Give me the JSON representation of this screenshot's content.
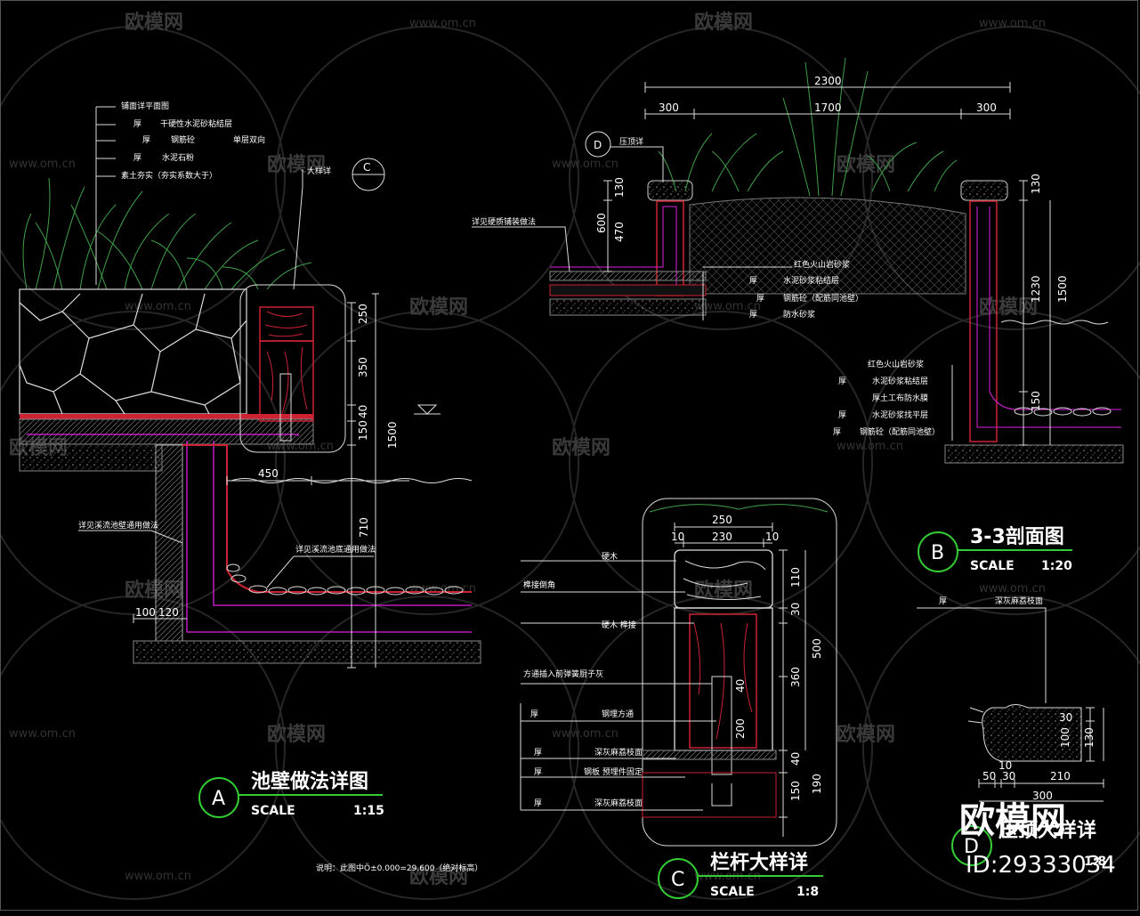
{
  "watermark": {
    "brand": "欧模网",
    "url": "www.om.cn",
    "big_brand": "欧模网",
    "id": "ID:29333034"
  },
  "detail_a": {
    "mark": "A",
    "title": "池壁做法详图",
    "scale_label": "SCALE",
    "scale_value": "1:15",
    "callout_mark": "C",
    "callout_label": "大样详",
    "layers": [
      "铺面详平面图",
      "厚",
      "干硬性水泥砂粘结层",
      "厚",
      "钢筋砼",
      "单层双向",
      "厚",
      "水泥石粉",
      "素土夯实（夯实系数大于）"
    ],
    "notes": [
      "详见溪流池壁通用做法",
      "详见溪流池底通用做法"
    ],
    "dims_vertical": [
      "250",
      "350",
      "40",
      "150",
      "1500",
      "710"
    ],
    "dims_horizontal": [
      "450",
      "100",
      "120"
    ],
    "footnote": "说明：此图中Ö±0.000=29.600（绝对标高）"
  },
  "detail_b": {
    "mark": "B",
    "title": "3-3剖面图",
    "scale_label": "SCALE",
    "scale_value": "1:20",
    "callout_mark": "D",
    "callout_label": "压顶详",
    "dims_top": [
      "2300",
      "1700",
      "300",
      "300"
    ],
    "dims_left": [
      "130",
      "600",
      "470"
    ],
    "dims_right": [
      "130",
      "1230",
      "1500",
      "150"
    ],
    "note_left": "详见硬质铺装做法",
    "layers_left": [
      "红色火山岩砂浆",
      "厚",
      "水泥砂浆粘结层",
      "厚",
      "钢筋砼（配筋同池壁）",
      "厚",
      "防水砂浆"
    ],
    "layers_right": [
      "红色火山岩砂浆",
      "厚",
      "水泥砂浆粘结层",
      "厚土工布防水膜",
      "厚",
      "水泥砂浆找平层",
      "厚",
      "钢筋砼（配筋同池壁）"
    ]
  },
  "detail_c": {
    "mark": "C",
    "title": "栏杆大样详",
    "scale_label": "SCALE",
    "scale_value": "1:8",
    "dims_top": [
      "250",
      "230",
      "10",
      "10"
    ],
    "dims_right": [
      "110",
      "30",
      "500",
      "360",
      "40",
      "200",
      "40",
      "190",
      "150"
    ],
    "labels": [
      "硬木",
      "榫接倒角",
      "硬木 榫接",
      "方通插入前弹簧厨子灰",
      "厚",
      "钢埋方通",
      "厚",
      "深灰麻荔枝面",
      "厚",
      "钢板 预埋件固定",
      "厚",
      "深灰麻荔枝面"
    ]
  },
  "detail_d": {
    "mark": "D",
    "title": "压顶大样详",
    "scale_value": "1:8",
    "label": "厚",
    "material": "深灰麻荔枝面",
    "dims_right": [
      "30",
      "100",
      "130"
    ],
    "dims_bottom": [
      "50",
      "30",
      "10",
      "210",
      "300"
    ]
  }
}
